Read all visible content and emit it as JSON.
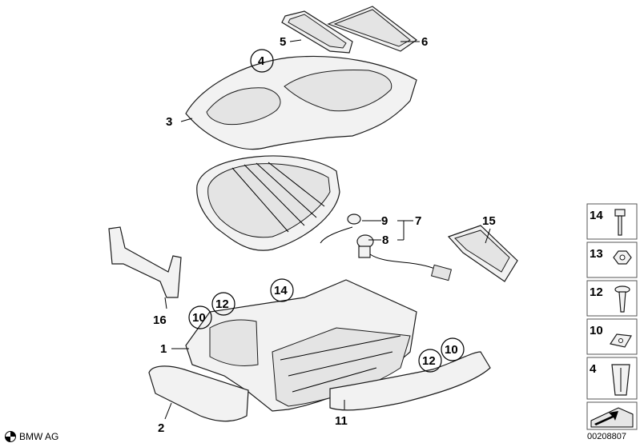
{
  "callouts": {
    "c1": "1",
    "c2": "2",
    "c3": "3",
    "c4": "4",
    "c5": "5",
    "c6": "6",
    "c7": "7",
    "c8": "8",
    "c9": "9",
    "c10a": "10",
    "c10b": "10",
    "c11": "11",
    "c12a": "12",
    "c12b": "12",
    "c14": "14",
    "c15": "15",
    "c16": "16"
  },
  "sidebar": {
    "items": [
      {
        "label": "14",
        "icon": "screw-icon"
      },
      {
        "label": "13",
        "icon": "nut-icon"
      },
      {
        "label": "12",
        "icon": "tapping-screw-icon"
      },
      {
        "label": "10",
        "icon": "clip-nut-icon"
      },
      {
        "label": "4",
        "icon": "expanding-clip-icon"
      }
    ]
  },
  "footer": {
    "brand": "BMW AG",
    "doc_number": "00208807"
  },
  "colors": {
    "line": "#1a1a1a",
    "part_fill": "#f2f2f2",
    "box_border": "#555555"
  }
}
